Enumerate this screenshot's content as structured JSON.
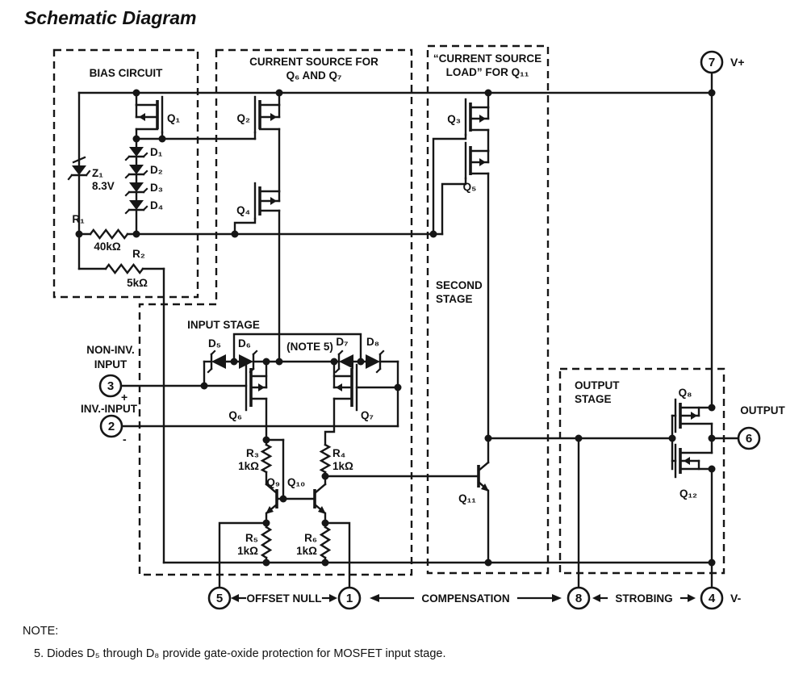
{
  "title": "Schematic Diagram",
  "boxes": {
    "bias": "BIAS CIRCUIT",
    "current_source_1": "CURRENT SOURCE FOR",
    "current_source_2": "Q₆ AND Q₇",
    "load_1": "“CURRENT SOURCE",
    "load_2": "LOAD” FOR Q₁₁",
    "second_1": "SECOND",
    "second_2": "STAGE",
    "input": "INPUT STAGE",
    "output_1": "OUTPUT",
    "output_2": "STAGE"
  },
  "components": {
    "q1": "Q₁",
    "q2": "Q₂",
    "q3": "Q₃",
    "q4": "Q₄",
    "q5": "Q₅",
    "q6": "Q₆",
    "q7": "Q₇",
    "q8": "Q₈",
    "q9": "Q₉",
    "q10": "Q₁₀",
    "q11": "Q₁₁",
    "q12": "Q₁₂",
    "d1": "D₁",
    "d2": "D₂",
    "d3": "D₃",
    "d4": "D₄",
    "d5": "D₅",
    "d6": "D₆",
    "d7": "D₇",
    "d8": "D₈",
    "z1_ref": "Z₁",
    "z1_value": "8.3V",
    "r1_ref": "R₁",
    "r1_value": "40kΩ",
    "r2_ref": "R₂",
    "r2_value": "5kΩ",
    "r3_ref": "R₃",
    "r3_value": "1kΩ",
    "r4_ref": "R₄",
    "r4_value": "1kΩ",
    "r5_ref": "R₅",
    "r5_value": "1kΩ",
    "r6_ref": "R₆",
    "r6_value": "1kΩ",
    "note5_inline": "(NOTE 5)"
  },
  "pins": {
    "p1": "1",
    "p2": "2",
    "p3": "3",
    "p4": "4",
    "p5": "5",
    "p6": "6",
    "p7": "7",
    "p8": "8",
    "vplus": "V+",
    "vminus": "V-",
    "plus_sign": "+",
    "minus_sign": "-"
  },
  "io": {
    "non_inv_1": "NON-INV.",
    "non_inv_2": "INPUT",
    "inv": "INV.-INPUT",
    "output": "OUTPUT"
  },
  "pin_row": {
    "offset_null": "OFFSET NULL",
    "compensation": "COMPENSATION",
    "strobing": "STROBING"
  },
  "note": {
    "heading": "NOTE:",
    "item5": "5.  Diodes D₅ through D₈ provide gate-oxide protection for MOSFET input stage."
  },
  "colors": {
    "ink": "#161616",
    "background": "#ffffff"
  }
}
